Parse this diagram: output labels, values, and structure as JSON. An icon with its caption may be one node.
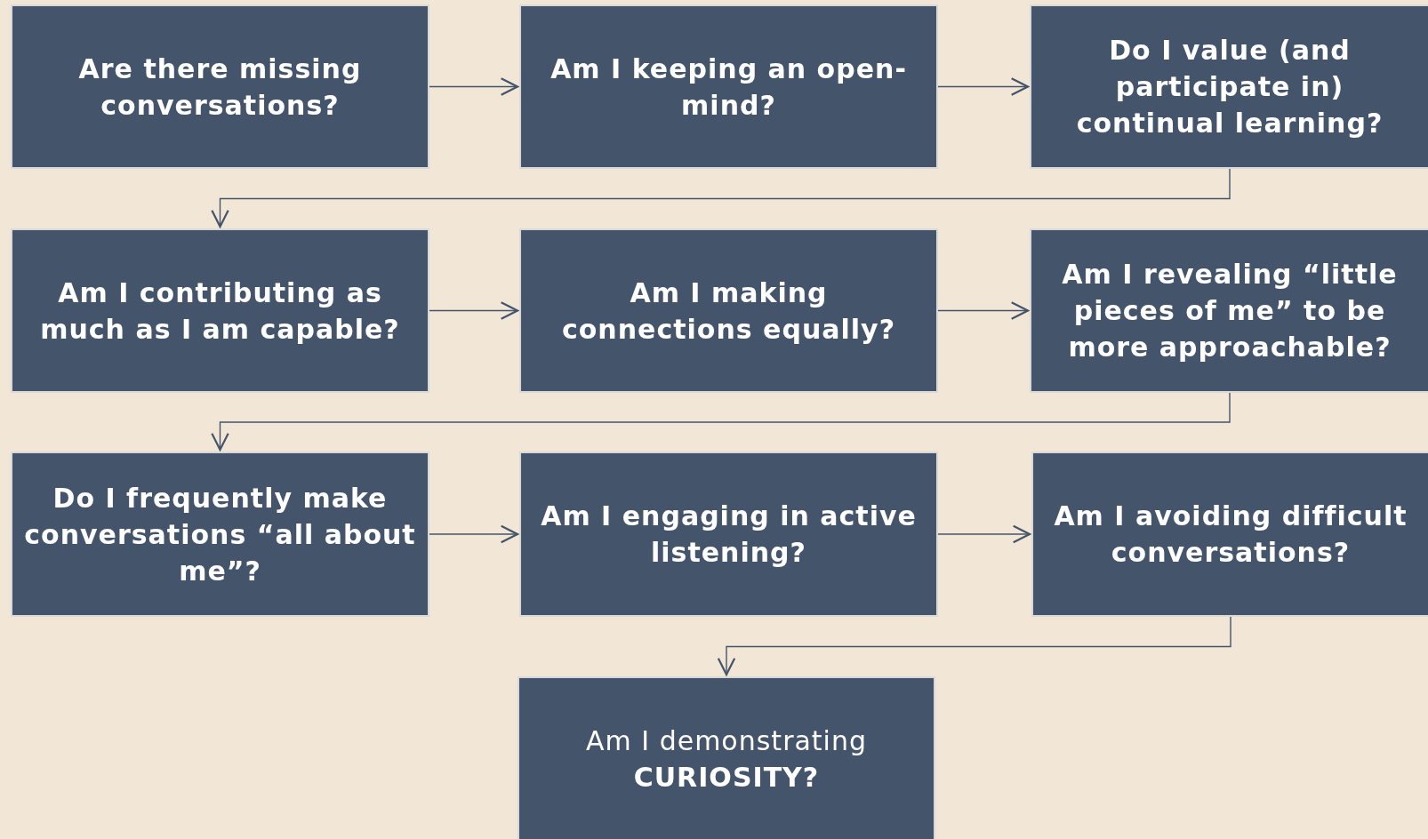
{
  "diagram": {
    "nodes": [
      {
        "text": [
          "Are there missing conversations?"
        ]
      },
      {
        "text": [
          "Am I keeping an open-mind?"
        ]
      },
      {
        "text": [
          "Do I value (and participate in) continual learning?"
        ]
      },
      {
        "text": [
          "Am I contributing as much as I am capable?"
        ]
      },
      {
        "text": [
          "Am I making connections equally?"
        ]
      },
      {
        "text": [
          "Am I revealing “little pieces of me” to be more approachable?"
        ]
      },
      {
        "text": [
          "Do I frequently make conversations “all about me”?"
        ]
      },
      {
        "text": [
          "Am I engaging in active listening?"
        ]
      },
      {
        "text": [
          "Am I avoiding difficult conversations?"
        ]
      },
      {
        "text": [
          "Am I demonstrating **CURIOSITY?**"
        ]
      }
    ],
    "edges": [
      {
        "from": 0,
        "to": 1,
        "arrow": "to"
      },
      {
        "from": 1,
        "to": 2,
        "arrow": "to"
      },
      {
        "from": 2,
        "to": 3,
        "arrow": "to"
      },
      {
        "from": 3,
        "to": 4,
        "arrow": "to"
      },
      {
        "from": 4,
        "to": 5,
        "arrow": "to"
      },
      {
        "from": 5,
        "to": 6,
        "arrow": "to"
      },
      {
        "from": 6,
        "to": 7,
        "arrow": "to"
      },
      {
        "from": 7,
        "to": 8,
        "arrow": "to"
      },
      {
        "from": 8,
        "to": 9,
        "arrow": "to"
      }
    ]
  }
}
